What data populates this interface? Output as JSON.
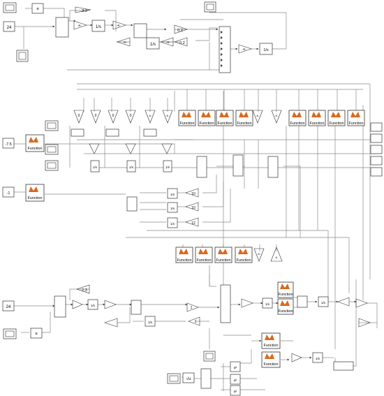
{
  "model": {
    "constants": {
      "top_input": "24",
      "bottom_input": "24",
      "offset_a": "-7.5",
      "offset_b": "-1"
    },
    "gains": {
      "g_2_3_top": "2.3",
      "g_0_2_a": "0.2",
      "g_0_2_b": "0.2",
      "g_2_3_bottom": "2.3",
      "g_10_a": "10",
      "g_10_b": "10",
      "g_10_c": "12",
      "g_zero_1": "0",
      "g_zero_2": "0",
      "g_zero_3": "0",
      "g_zero_4": "0",
      "g_one": "1",
      "g_bottom_1": "1"
    },
    "labels": {
      "function": "Function",
      "integrator": "1/s",
      "sqrt": "√u",
      "square": "u²",
      "product": "×",
      "gain_k": "-K-"
    }
  }
}
